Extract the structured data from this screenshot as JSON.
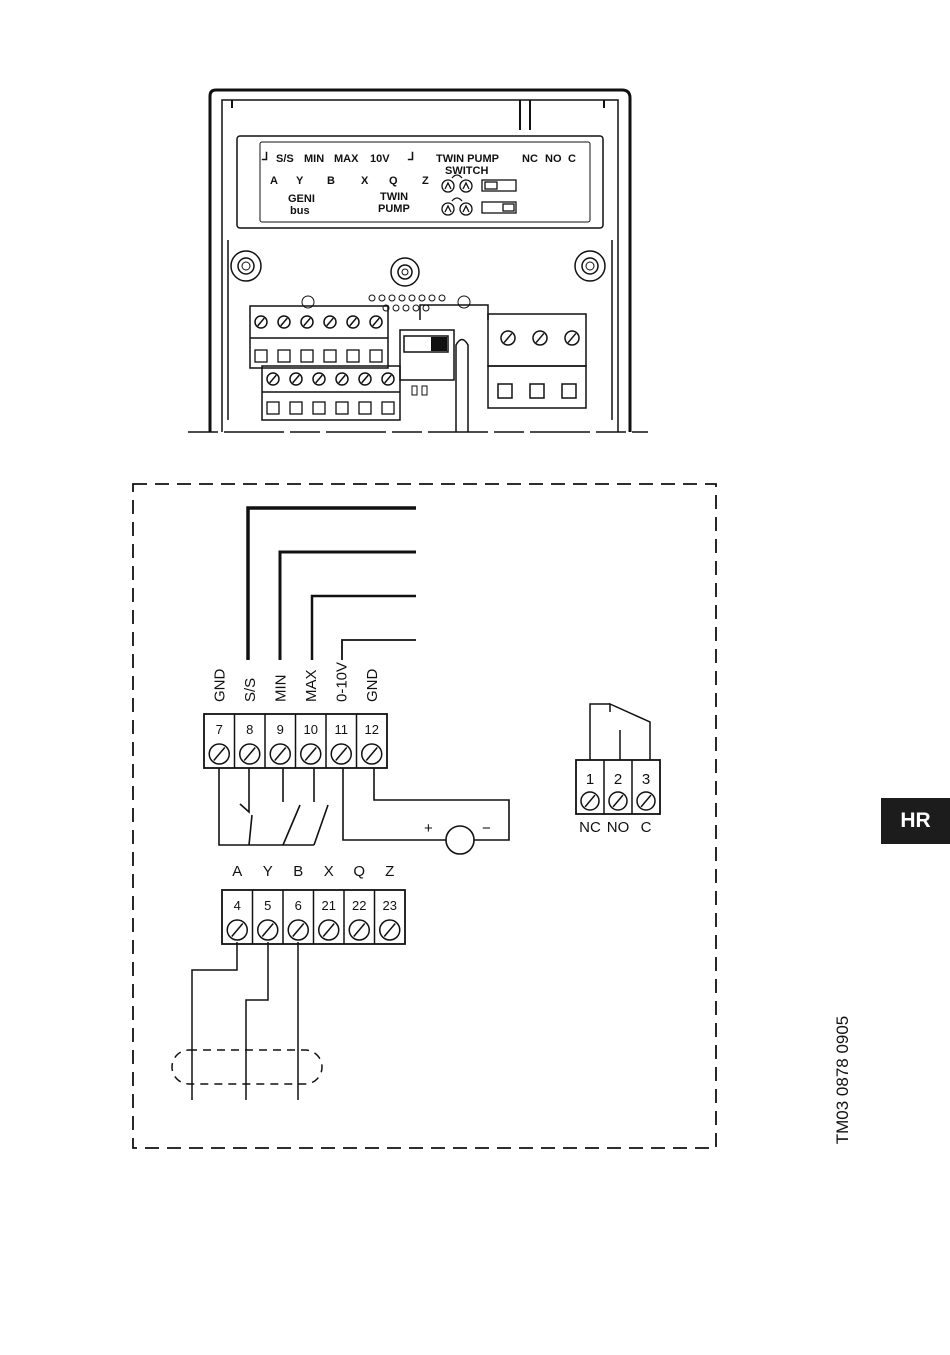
{
  "device_panel": {
    "row1": [
      "S/S",
      "MIN",
      "MAX",
      "10V",
      "TWIN PUMP",
      "NC",
      "NO",
      "C"
    ],
    "row2": [
      "A",
      "Y",
      "B",
      "X",
      "Q",
      "Z"
    ],
    "switch_label": "SWITCH",
    "geni_line1": "GENI",
    "geni_line2": "bus",
    "twin_line1": "TWIN",
    "twin_line2": "PUMP"
  },
  "control_terminals": {
    "signals": [
      "GND",
      "S/S",
      "MIN",
      "MAX",
      "0-10V",
      "GND"
    ],
    "numbers": [
      "7",
      "8",
      "9",
      "10",
      "11",
      "12"
    ]
  },
  "bus_terminals": {
    "signals": [
      "A",
      "Y",
      "B",
      "X",
      "Q",
      "Z"
    ],
    "numbers": [
      "4",
      "5",
      "6",
      "21",
      "22",
      "23"
    ]
  },
  "relay_terminals": {
    "numbers": [
      "1",
      "2",
      "3"
    ],
    "labels": [
      "NC",
      "NO",
      "C"
    ]
  },
  "meter": {
    "plus": "+",
    "minus": "−"
  },
  "language_tab": "HR",
  "doc_code": "TM03 0878 0905"
}
